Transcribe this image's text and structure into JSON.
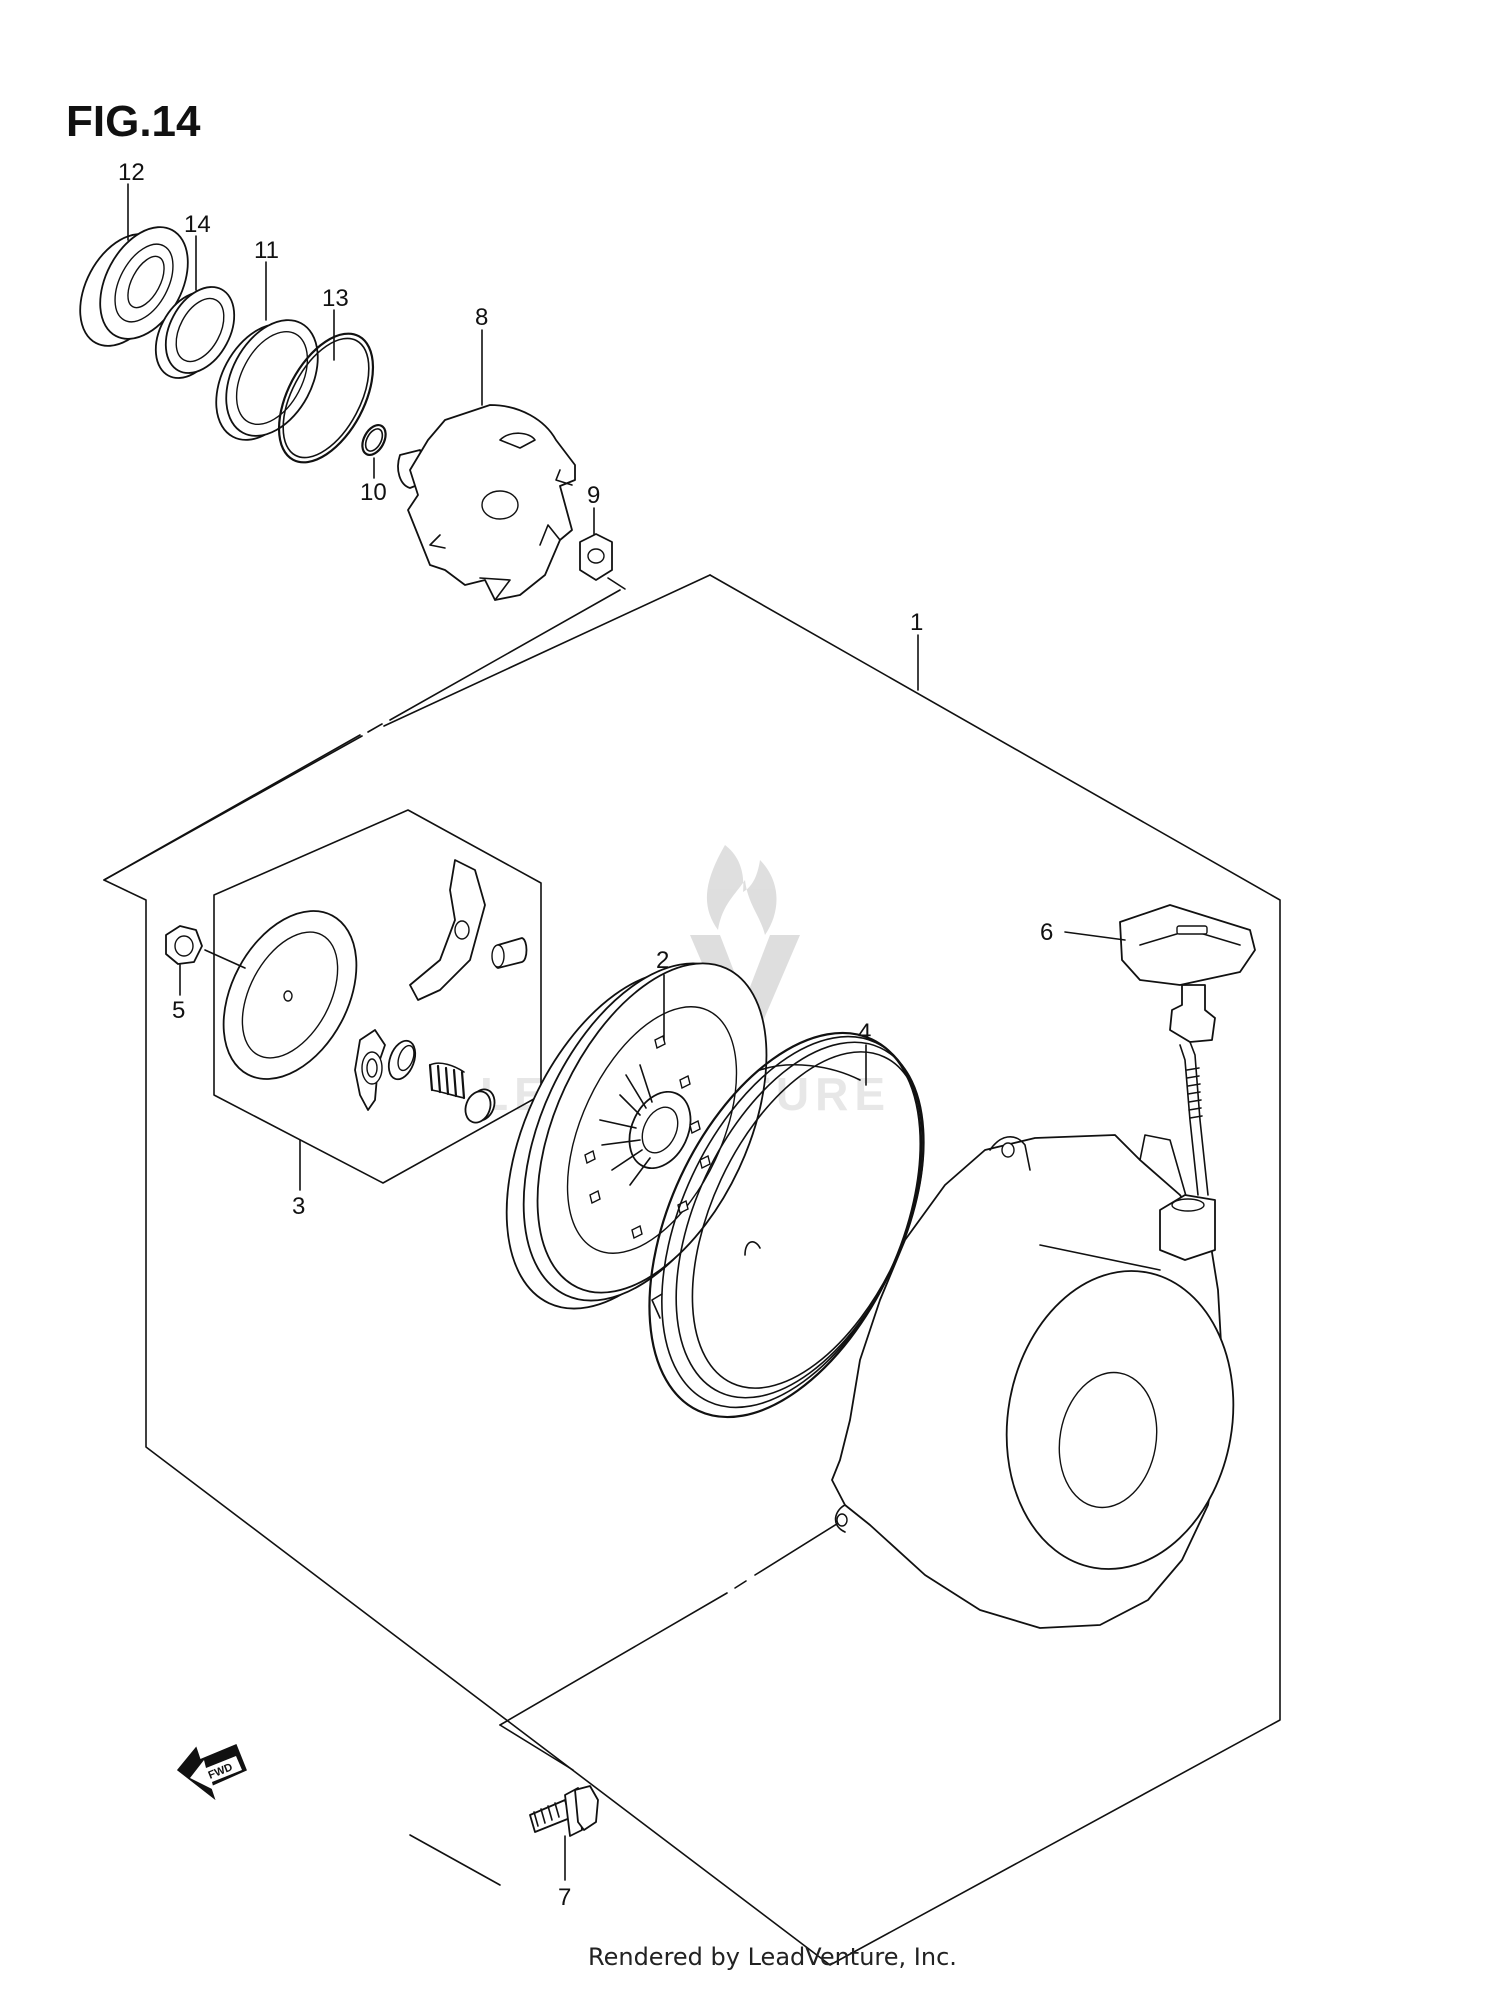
{
  "figure_title": "FIG.14",
  "callouts": {
    "c1": "1",
    "c2": "2",
    "c3": "3",
    "c4": "4",
    "c5": "5",
    "c6": "6",
    "c7": "7",
    "c8": "8",
    "c9": "9",
    "c10": "10",
    "c11": "11",
    "c12": "12",
    "c13": "13",
    "c14": "14"
  },
  "direction_label": "FWD",
  "watermark_text": "LEADVENTURE",
  "footer": "Rendered by LeadVenture, Inc."
}
